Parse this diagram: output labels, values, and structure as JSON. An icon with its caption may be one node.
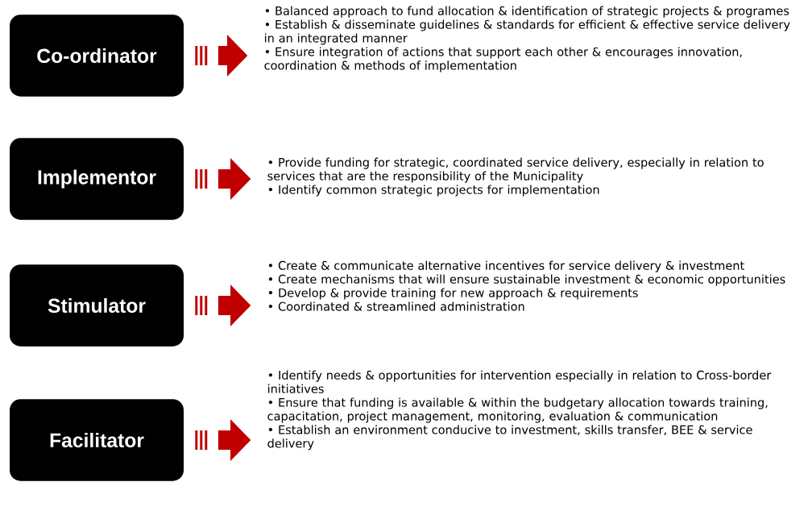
{
  "diagram": {
    "nodes": [
      {
        "text": [
          "Co-ordinator"
        ]
      },
      {
        "text": [
          "Implementor"
        ]
      },
      {
        "text": [
          "Stimulator"
        ]
      },
      {
        "text": [
          "Facilitator"
        ]
      },
      {
        "text": [
          "• Balanced approach to fund allocation & identification of strategic projects & programes",
          "• Establish & disseminate guidelines & standards for efficient & effective service delivery in an integrated manner",
          "• Ensure integration of actions that support each other & encourages innovation, coordination & methods of implementation"
        ]
      },
      {
        "text": [
          "• Provide funding for strategic, coordinated service delivery, especially in relation to services that are the responsibility of the Municipality",
          "• Identify common strategic projects for implementation"
        ]
      },
      {
        "text": [
          "• Create & communicate alternative incentives for service delivery & investment",
          "• Create mechanisms that will ensure sustainable investment & economic opportunities",
          "• Develop & provide training for new approach & requirements",
          "• Coordinated & streamlined administration"
        ]
      },
      {
        "text": [
          "• Identify needs & opportunities for intervention especially in relation to Cross-border initiatives",
          "• Ensure that funding is available & within the budgetary allocation towards training, capacitation, project management, monitoring, evaluation & communication",
          "• Establish an environment conducive to investment, skills transfer, BEE & service delivery"
        ]
      }
    ],
    "edges": [
      {
        "from": 0,
        "to": 4,
        "arrow": "to"
      },
      {
        "from": 1,
        "to": 5,
        "arrow": "to"
      },
      {
        "from": 2,
        "to": 6,
        "arrow": "to"
      },
      {
        "from": 3,
        "to": 7,
        "arrow": "to"
      }
    ]
  }
}
